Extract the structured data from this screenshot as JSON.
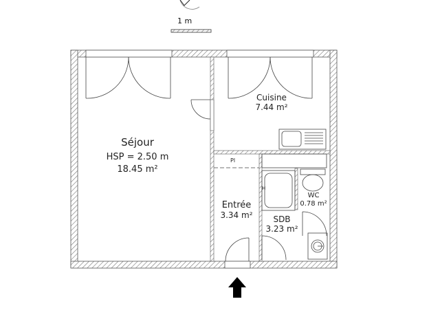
{
  "scale": {
    "label": "1 m"
  },
  "rooms": {
    "sejour": {
      "name": "Séjour",
      "hsp": "HSP = 2.50 m",
      "area": "18.45 m²"
    },
    "cuisine": {
      "name": "Cuisine",
      "area": "7.44 m²"
    },
    "entree": {
      "name": "Entrée",
      "area": "3.34 m²"
    },
    "sdb": {
      "name": "SDB",
      "area": "3.23 m²"
    },
    "wc": {
      "name": "WC",
      "area": "0.78 m²"
    },
    "placard": {
      "name": "Pl"
    },
    "radiator": {
      "name": "H"
    }
  },
  "colors": {
    "wall": "#555555",
    "hatch": "#777777",
    "text": "#222222",
    "arrow": "#000000"
  },
  "icons": {
    "entrance": "entrance-arrow-icon",
    "north": "compass-icon"
  }
}
